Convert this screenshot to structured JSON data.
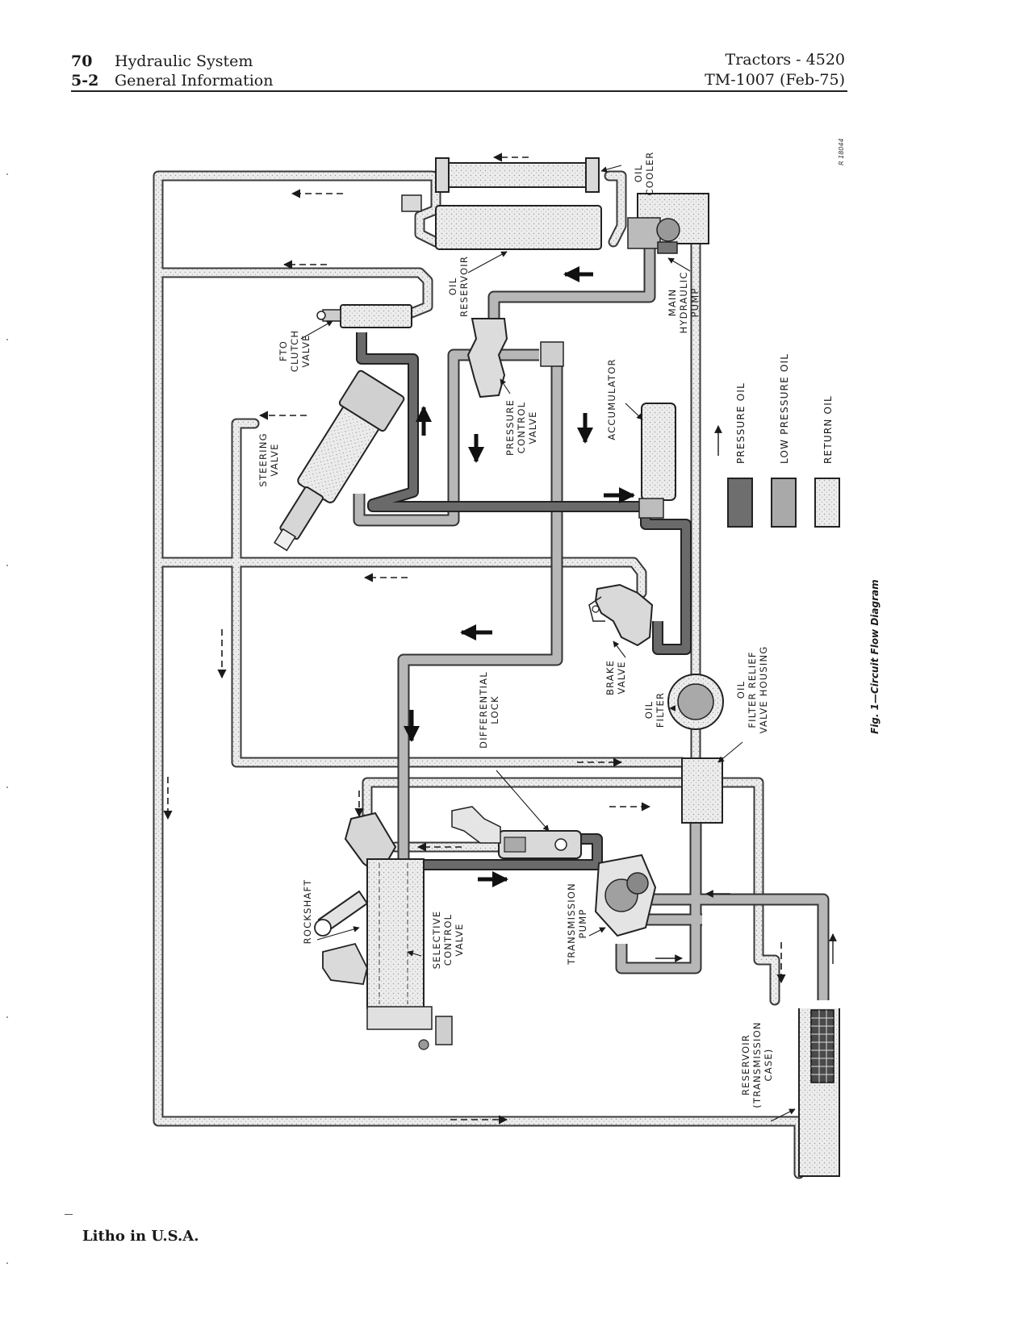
{
  "header": {
    "page_number": "70",
    "section_title": "Hydraulic System",
    "subsection_number": "5-2",
    "subsection_title": "General Information",
    "product": "Tractors - 4520",
    "manual_id": "TM-1007  (Feb-75)"
  },
  "figure": {
    "code": "R 18044",
    "caption": "Fig. 1—Circuit Flow Diagram",
    "labels": {
      "oil_cooler": [
        "OIL",
        "COOLER"
      ],
      "oil_reservoir": [
        "OIL",
        "RESERVOIR"
      ],
      "main_hydraulic_pump": [
        "MAIN",
        "HYDRAULIC",
        "PUMP"
      ],
      "fto_clutch_valve": [
        "FTO",
        "CLUTCH",
        "VALVE"
      ],
      "pressure_control_valve": [
        "PRESSURE",
        "CONTROL",
        "VALVE"
      ],
      "accumulator": [
        "ACCUMULATOR"
      ],
      "steering_valve": [
        "STEERING",
        "VALVE"
      ],
      "brake_valve": [
        "BRAKE",
        "VALVE"
      ],
      "oil_filter": [
        "OIL",
        "FILTER"
      ],
      "oil_filter_relief": [
        "OIL",
        "FILTER RELIEF",
        "VALVE HOUSING"
      ],
      "differential_lock": [
        "DIFFERENTIAL",
        "LOCK"
      ],
      "rockshaft": [
        "ROCKSHAFT"
      ],
      "selective_control_valve": [
        "SELECTIVE",
        "CONTROL",
        "VALVE"
      ],
      "transmission_pump": [
        "TRANSMISSION",
        "PUMP"
      ],
      "reservoir_transmission": [
        "RESERVOIR",
        "(TRANSMISSION",
        "CASE)"
      ]
    },
    "legend": [
      {
        "label": "PRESSURE OIL",
        "color": "#6e6e6e"
      },
      {
        "label": "LOW PRESSURE OIL",
        "color": "#a9a9a9"
      },
      {
        "label": "RETURN OIL",
        "color": "#e4e4e4"
      }
    ]
  },
  "footer": {
    "text": "Litho in U.S.A."
  }
}
